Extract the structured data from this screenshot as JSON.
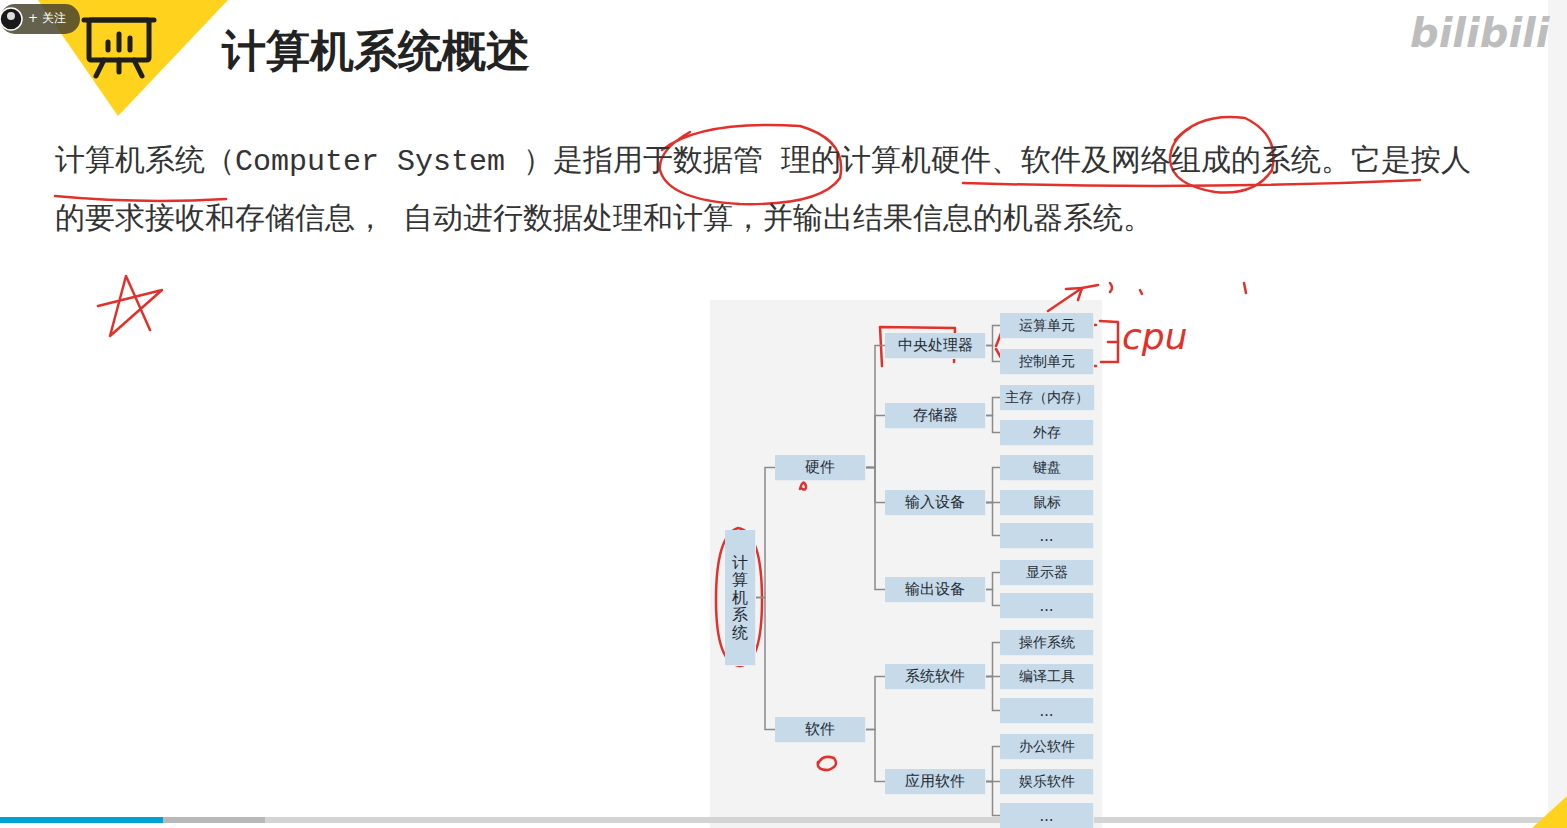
{
  "diagram": {
    "title": "计算机系统概述",
    "nodes": [
      {
        "text": [
          "计算机系统"
        ]
      },
      {
        "text": [
          "硬件"
        ]
      },
      {
        "text": [
          "中央处理器"
        ]
      },
      {
        "text": [
          "运算单元"
        ]
      },
      {
        "text": [
          "控制单元"
        ]
      },
      {
        "text": [
          "存储器"
        ]
      },
      {
        "text": [
          "主存（内存）"
        ]
      },
      {
        "text": [
          "外存"
        ]
      },
      {
        "text": [
          "输入设备"
        ]
      },
      {
        "text": [
          "键盘"
        ]
      },
      {
        "text": [
          "鼠标"
        ]
      },
      {
        "text": [
          "…"
        ]
      },
      {
        "text": [
          "输出设备"
        ]
      },
      {
        "text": [
          "显示器"
        ]
      },
      {
        "text": [
          "…"
        ]
      },
      {
        "text": [
          "软件"
        ]
      },
      {
        "text": [
          "系统软件"
        ]
      },
      {
        "text": [
          "操作系统"
        ]
      },
      {
        "text": [
          "编译工具"
        ]
      },
      {
        "text": [
          "…"
        ]
      },
      {
        "text": [
          "应用软件"
        ]
      },
      {
        "text": [
          "办公软件"
        ]
      },
      {
        "text": [
          "娱乐软件"
        ]
      },
      {
        "text": [
          "…"
        ]
      }
    ],
    "edges": [
      {
        "from": 0,
        "to": 1,
        "arrow": "none"
      },
      {
        "from": 0,
        "to": 15,
        "arrow": "none"
      },
      {
        "from": 1,
        "to": 2,
        "arrow": "none"
      },
      {
        "from": 1,
        "to": 5,
        "arrow": "none"
      },
      {
        "from": 1,
        "to": 8,
        "arrow": "none"
      },
      {
        "from": 1,
        "to": 12,
        "arrow": "none"
      },
      {
        "from": 2,
        "to": 3,
        "arrow": "none"
      },
      {
        "from": 2,
        "to": 4,
        "arrow": "none"
      },
      {
        "from": 5,
        "to": 6,
        "arrow": "none"
      },
      {
        "from": 5,
        "to": 7,
        "arrow": "none"
      },
      {
        "from": 8,
        "to": 9,
        "arrow": "none"
      },
      {
        "from": 8,
        "to": 10,
        "arrow": "none"
      },
      {
        "from": 8,
        "to": 11,
        "arrow": "none"
      },
      {
        "from": 12,
        "to": 13,
        "arrow": "none"
      },
      {
        "from": 12,
        "to": 14,
        "arrow": "none"
      },
      {
        "from": 15,
        "to": 16,
        "arrow": "none"
      },
      {
        "from": 15,
        "to": 20,
        "arrow": "none"
      },
      {
        "from": 16,
        "to": 17,
        "arrow": "none"
      },
      {
        "from": 16,
        "to": 18,
        "arrow": "none"
      },
      {
        "from": 16,
        "to": 19,
        "arrow": "none"
      },
      {
        "from": 20,
        "to": 21,
        "arrow": "none"
      },
      {
        "from": 20,
        "to": 22,
        "arrow": "none"
      },
      {
        "from": 20,
        "to": 23,
        "arrow": "none"
      }
    ],
    "labels": [
      "+ 关注",
      "bilibili",
      "计算机系统（Computer System ）是指用于数据管 理的计算机硬件、软件及网络组成的系统。它是按人的要求接收和存储信息， 自动进行数据处理和计算，并输出结果信息的机器系统。",
      "cpu"
    ]
  }
}
